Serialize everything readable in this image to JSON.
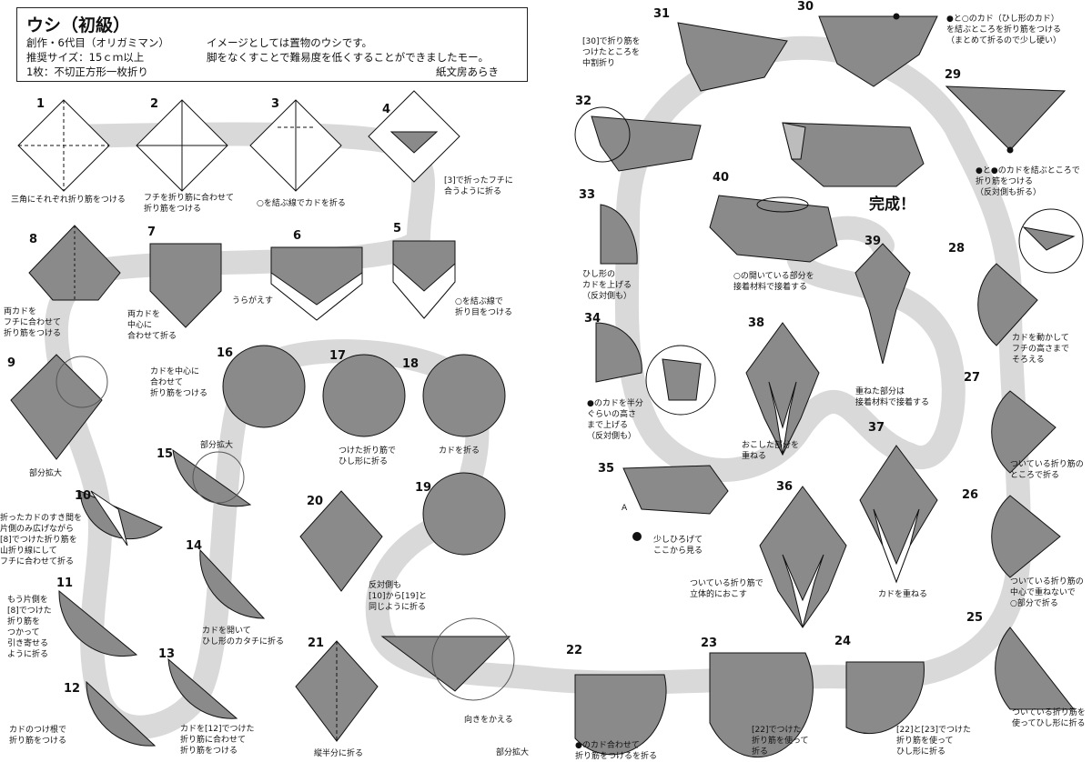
{
  "header": {
    "title": "ウシ（初級）",
    "author": "創作・6代目（オリガミマン）",
    "paper_size": "推奨サイズ：15ｃｍ以上",
    "paper_type": "1枚：不切正方形一枚折り",
    "comment_1": "イメージとしては置物のウシです。",
    "comment_2": "脚をなくすことで難易度を低くすることができましたモー。",
    "signature": "紙文房あらき"
  },
  "steps": [
    {
      "num": "1",
      "caption": "三角にそれぞれ折り筋をつける"
    },
    {
      "num": "2",
      "caption": "フチを折り筋に合わせて\n折り筋をつける"
    },
    {
      "num": "3",
      "caption": "○を結ぶ線でカドを折る"
    },
    {
      "num": "4",
      "caption": "[3]で折ったフチに\n合うように折る"
    },
    {
      "num": "5",
      "caption": "○を結ぶ線で\n折り目をつける"
    },
    {
      "num": "6",
      "caption": "うらがえす"
    },
    {
      "num": "7",
      "caption": "両カドを\n中心に\n合わせて折る"
    },
    {
      "num": "8",
      "caption": "両カドを\nフチに合わせて\n折り筋をつける"
    },
    {
      "num": "9",
      "caption": "部分拡大"
    },
    {
      "num": "10",
      "caption": "折ったカドのすき間を\n片側のみ広げながら\n[8]でつけた折り筋を\n山折り線にして\nフチに合わせて折る"
    },
    {
      "num": "11",
      "caption": "もう片側を\n[8]でつけた\n折り筋を\nつかって\n引き寄せる\nように折る"
    },
    {
      "num": "12",
      "caption": "カドのつけ根で\n折り筋をつける"
    },
    {
      "num": "13",
      "caption": "カドを[12]でつけた\n折り筋に合わせて\n折り筋をつける"
    },
    {
      "num": "14",
      "caption": "カドを開いて\nひし形のカタチに折る"
    },
    {
      "num": "15",
      "caption": "部分拡大"
    },
    {
      "num": "16",
      "caption": "カドを中心に\n合わせて\n折り筋をつける"
    },
    {
      "num": "17",
      "caption": "つけた折り筋で\nひし形に折る"
    },
    {
      "num": "18",
      "caption": "カドを折る"
    },
    {
      "num": "19",
      "caption": "反対側も\n[10]から[19]と\n同じように折る"
    },
    {
      "num": "20",
      "caption": ""
    },
    {
      "num": "21",
      "caption": "縦半分に折る"
    },
    {
      "num": "22",
      "caption": "●のカド合わせて\n折り筋をつけるを折る"
    },
    {
      "num": "23",
      "caption": "[22]でつけた\n折り筋を使って\n折る"
    },
    {
      "num": "24",
      "caption": "[22]と[23]でつけた\n折り筋を使って\nひし形に折る"
    },
    {
      "num": "25",
      "caption": "ついている折り筋を\n使ってひし形に折る"
    },
    {
      "num": "26",
      "caption": "ついている折り筋の\n中心で重ねないで\n○部分で折る"
    },
    {
      "num": "27",
      "caption": "ついている折り筋の\nところで折る"
    },
    {
      "num": "28",
      "caption": "カドを動かして\nフチの高さまで\nそろえる"
    },
    {
      "num": "29",
      "caption": "●と●のカドを結ぶところで\n折り筋をつける\n（反対側も折る）"
    },
    {
      "num": "30",
      "caption": "●と○のカド（ひし形のカド）\nを結ぶところを折り筋をつける\n（まとめて折るので少し硬い）"
    },
    {
      "num": "31",
      "caption": "[30]で折り筋を\nつけたところを\n中割折り"
    },
    {
      "num": "32",
      "caption": ""
    },
    {
      "num": "33",
      "caption": "ひし形の\nカドを上げる\n（反対側も）"
    },
    {
      "num": "34",
      "caption": "●のカドを半分\nぐらいの高さ\nまで上げる\n（反対側も）"
    },
    {
      "num": "35",
      "caption": "少しひろげて\nここから見る"
    },
    {
      "num": "36",
      "caption": "ついている折り筋で\n立体的におこす"
    },
    {
      "num": "37",
      "caption": "カドを重ねる"
    },
    {
      "num": "38",
      "caption": "おこした部分を\n重ねる"
    },
    {
      "num": "39",
      "caption": "重ねた部分は\n接着材料で接着する"
    },
    {
      "num": "40",
      "caption": "○の開いている部分を\n接着材料で接着する"
    }
  ],
  "labels": {
    "flip_over_2": "向きをかえる",
    "zoom_2": "部分拡大",
    "complete": "完成！",
    "view_a": "A"
  },
  "colors": {
    "paper_gray": "#8a8a8a",
    "path_gray": "#d6d6d6",
    "line": "#111111"
  }
}
